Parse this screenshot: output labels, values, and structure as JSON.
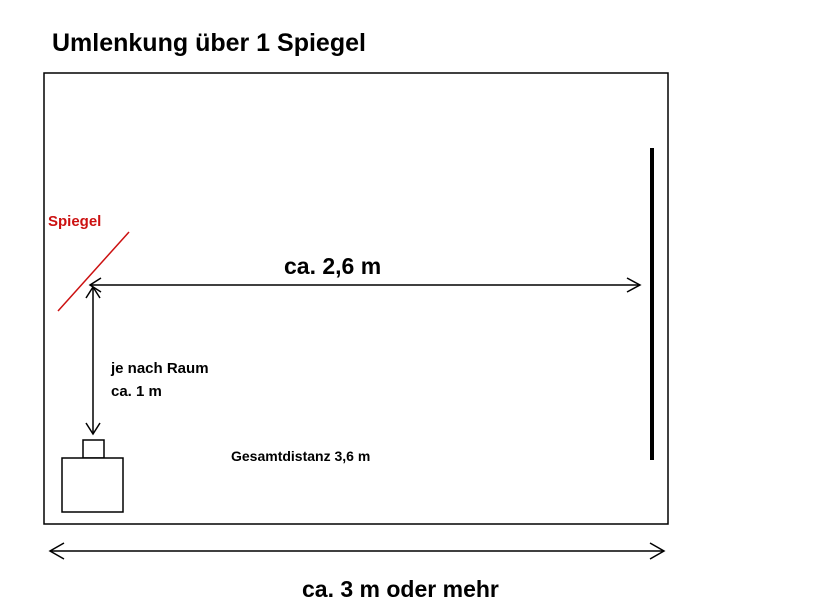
{
  "title": "Umlenkung über 1 Spiegel",
  "labels": {
    "mirror": "Spiegel",
    "distance_mirror_screen": "ca. 2,6 m",
    "distance_projector_mirror_line1": "je nach Raum",
    "distance_projector_mirror_line2": "ca. 1 m",
    "total_distance": "Gesamtdistanz 3,6 m",
    "room_width": "ca. 3 m oder mehr"
  },
  "colors": {
    "mirror": "#cc1111",
    "line": "#000000",
    "background": "#ffffff"
  }
}
